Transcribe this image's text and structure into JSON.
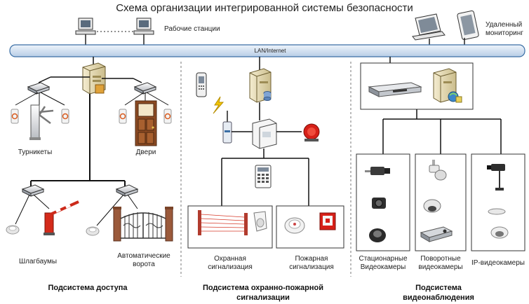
{
  "title": "Схема организации интегрированной системы безопасности",
  "network": {
    "bus_label": "LAN/Internet"
  },
  "top": {
    "workstations_label": "Рабочие станции",
    "remote_label_1": "Удаленный",
    "remote_label_2": "мониторинг"
  },
  "access": {
    "turnstiles": "Турникеты",
    "doors": "Двери",
    "barriers": "Шлагбаумы",
    "gates_1": "Автоматические",
    "gates_2": "ворота",
    "title": "Подсистема доступа"
  },
  "alarm": {
    "security_1": "Охранная",
    "security_2": "сигнализация",
    "fire_1": "Пожарная",
    "fire_2": "сигнализация",
    "title_1": "Подсистема охранно-пожарной",
    "title_2": "сигнализации"
  },
  "video": {
    "stationary_1": "Стационарные",
    "stationary_2": "Видеокамеры",
    "ptz_1": "Поворотные",
    "ptz_2": "видеокамеры",
    "ip": "IP-видеокамеры",
    "title_1": "Подсистема",
    "title_2": "видеонаблюдения"
  },
  "colors": {
    "bus_fill": "#dfe9f5",
    "bus_stroke": "#3a6ea5",
    "line": "#111111",
    "server_beige": "#e9dcb2",
    "door_wood": "#8b4a23",
    "barrier_red": "#d42a1a",
    "siren_red": "#d62018"
  }
}
